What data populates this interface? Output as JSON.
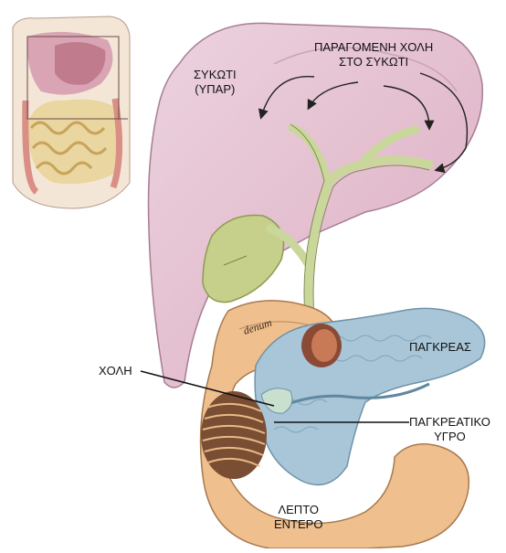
{
  "labels": {
    "liver": {
      "line1": "ΣΥΚΩΤΙ",
      "line2": "(ΥΠΑΡ)"
    },
    "bile_production": {
      "line1": "ΠΑΡΑΓΟΜΕΝΗ ΧΟΛΗ",
      "line2": "ΣΤΟ ΣΥΚΩΤΙ"
    },
    "bile": {
      "line1": "ΧΟΛΗ"
    },
    "pancreas": {
      "line1": "ΠΑΓΚΡΕΑΣ"
    },
    "pancreatic_juice": {
      "line1": "ΠΑΓΚΡΕΑΤΙΚΟ",
      "line2": "ΥΓΡΟ"
    },
    "small_intestine": {
      "line1": "ΛΕΠΤΟ",
      "line2": "ΕΝΤΕΡΟ"
    },
    "duodenum_fragment": "denum"
  },
  "colors": {
    "liver": "#e7c3d3",
    "liver_stroke": "#a77d95",
    "gallbladder": "#c6d08a",
    "duct": "#c9d79a",
    "pancreas": "#a8c6d7",
    "intestine": "#efbf8e",
    "intestine_dark": "#8a5c3a",
    "inset_colon": "#d98e86",
    "inset_small": "#e9d6a0"
  }
}
